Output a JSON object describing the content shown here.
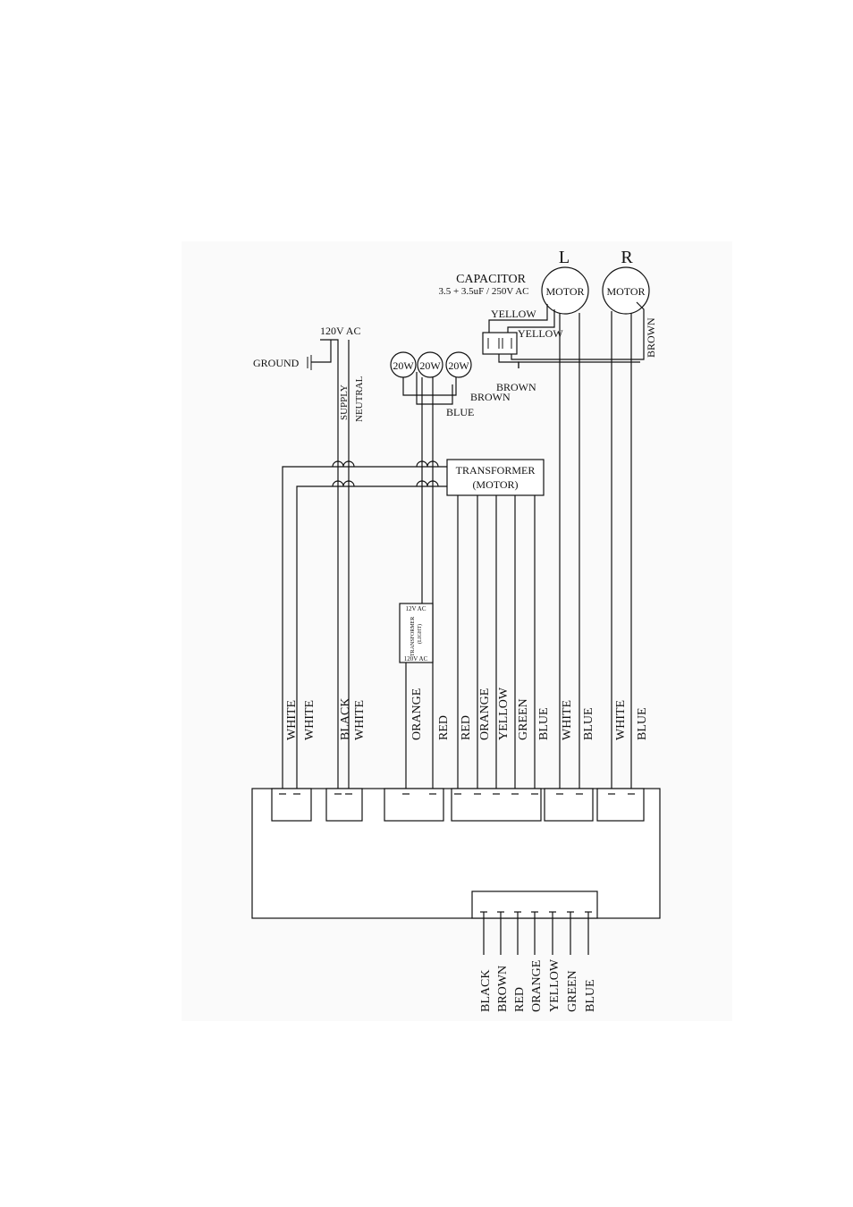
{
  "labels": {
    "motor_left_letter": "L",
    "motor_right_letter": "R",
    "capacitor_title": "CAPACITOR",
    "capacitor_spec": "3.5 + 3.5uF / 250V AC",
    "motor_left": "MOTOR",
    "motor_right": "MOTOR",
    "supply_voltage": "120V AC",
    "ground": "GROUND",
    "supply": "SUPPLY",
    "neutral": "NEUTRAL",
    "lamp_1": "20W",
    "lamp_2": "20W",
    "lamp_3": "20W",
    "cap_yellow_1": "YELLOW",
    "cap_yellow_2": "YELLOW",
    "cap_brown_1": "BROWN",
    "cap_brown_2": "BROWN",
    "lamp_blue": "BLUE",
    "motor_r_brown": "BROWN",
    "transformer_motor_line1": "TRANSFORMER",
    "transformer_motor_line2": "(MOTOR)",
    "transformer_light_top": "12V AC",
    "transformer_light_name": "TRANSFORMER",
    "transformer_light_sub": "(LIGHT)",
    "transformer_light_bottom": "120V AC"
  },
  "connector_wires": [
    "WHITE",
    "WHITE",
    "BLACK",
    "WHITE",
    "ORANGE",
    "RED",
    "RED",
    "ORANGE",
    "YELLOW",
    "GREEN",
    "BLUE",
    "WHITE",
    "BLUE",
    "WHITE",
    "BLUE"
  ],
  "switch_wires": [
    "BLACK",
    "BROWN",
    "RED",
    "ORANGE",
    "YELLOW",
    "GREEN",
    "BLUE"
  ]
}
